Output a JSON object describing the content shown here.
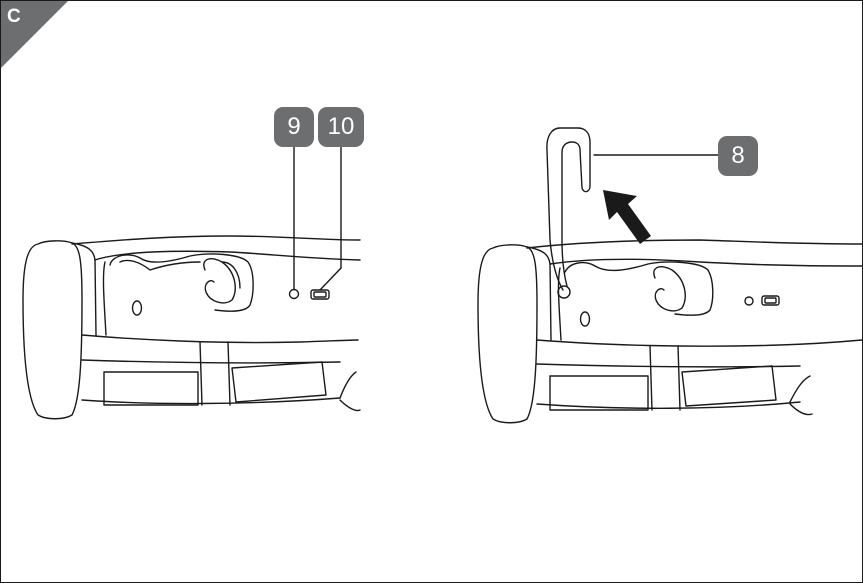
{
  "figure": {
    "section_letter": "C"
  },
  "callouts": {
    "nine": "9",
    "ten": "10",
    "eight": "8"
  },
  "colors": {
    "callout_fill": "#6d6e70",
    "corner_fill": "#6d6e70",
    "line": "#1a1a1a",
    "arrow": "#1a1a1a"
  },
  "icons": [
    "device-left-drawing",
    "device-right-drawing",
    "lift-arrow-icon",
    "hook-bracket"
  ]
}
